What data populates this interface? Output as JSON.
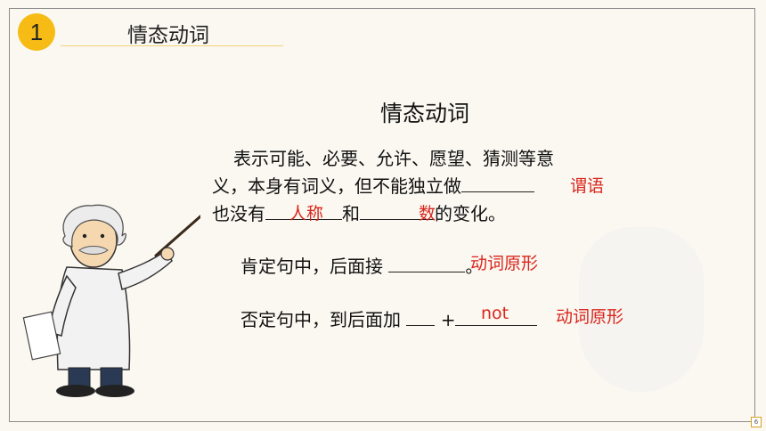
{
  "header": {
    "number": "1",
    "title": "情态动词"
  },
  "main_title": "情态动词",
  "definition": {
    "line1": "表示可能、必要、允许、愿望、猜测等意",
    "line2_pre": "义，本身有词义，但不能独立做",
    "line3_pre": "也没有",
    "line3_mid": "和",
    "line3_post": "的变化。"
  },
  "answers": {
    "predicate": "谓语",
    "person": "人称",
    "number": "数",
    "affirm_answer": "动词原形",
    "negative_not": "not",
    "negative_answer": "动词原形"
  },
  "affirmative": {
    "pre": "肯定句中，后面接",
    "post": "。"
  },
  "negative": {
    "pre": "否定句中，到后面加",
    "plus": "+"
  },
  "page_number": "6",
  "colors": {
    "badge": "#f6bc15",
    "answer": "#d9261c"
  }
}
